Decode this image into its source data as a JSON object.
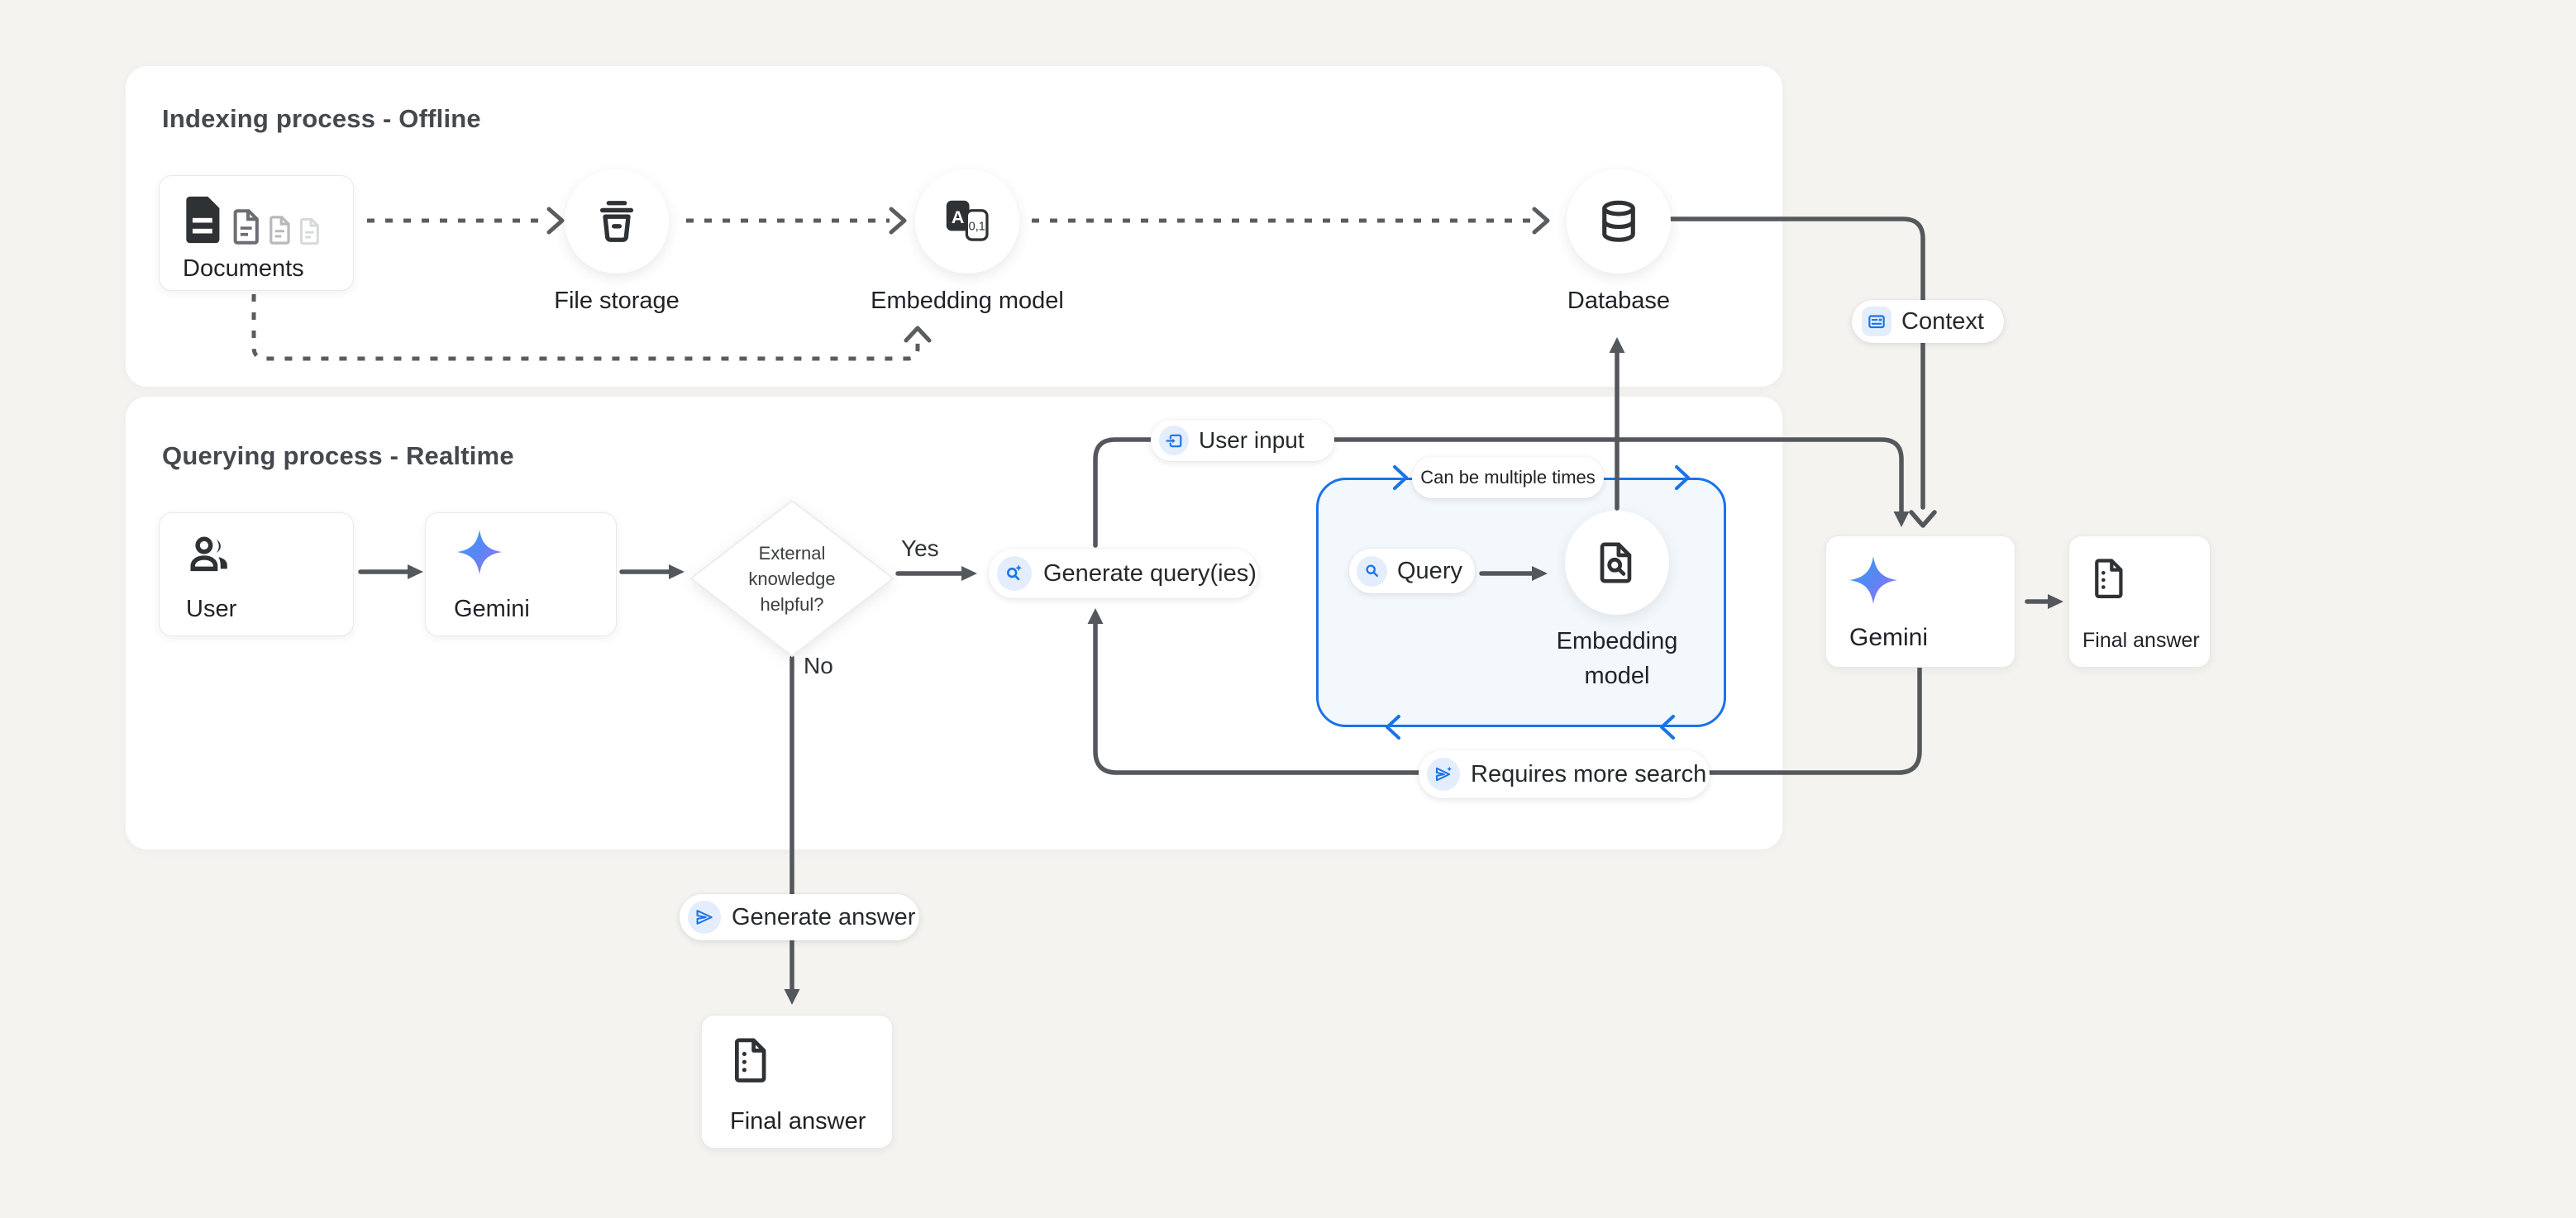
{
  "colors": {
    "background": "#f4f3f0",
    "panel": "#ffffff",
    "connector_gray": "#54575b",
    "accent_blue": "#1a73e8",
    "icon_chip_blue": "#e4edfb",
    "loop_box_fill": "#f3f8fd",
    "gemini_gradient": [
      "#39a1f4",
      "#5a85f4",
      "#9b74ee"
    ]
  },
  "panels": {
    "indexing": {
      "title": "Indexing process - Offline"
    },
    "querying": {
      "title": "Querying process - Realtime"
    }
  },
  "nodes": {
    "documents": {
      "label": "Documents",
      "icon": "documents-stack-icon"
    },
    "file_storage": {
      "label": "File storage",
      "icon": "storage-bucket-icon"
    },
    "embedding_offline": {
      "label": "Embedding model",
      "icon": "translate-a01-icon"
    },
    "database": {
      "label": "Database",
      "icon": "database-cylinder-icon"
    },
    "user": {
      "label": "User",
      "icon": "user-group-icon"
    },
    "gemini_query": {
      "label": "Gemini",
      "icon": "gemini-star-icon"
    },
    "decision": {
      "line1": "External",
      "line2": "knowledge",
      "line3": "helpful?"
    },
    "generate_queries": {
      "label": "Generate query(ies)",
      "icon": "search-spark-icon"
    },
    "query": {
      "label": "Query",
      "icon": "search-icon"
    },
    "embedding_realtime": {
      "line1": "Embedding",
      "line2": "model",
      "icon": "document-search-icon"
    },
    "gemini_answer": {
      "label": "Gemini",
      "icon": "gemini-star-icon"
    },
    "final_answer_right": {
      "label": "Final answer",
      "icon": "document-icon"
    },
    "final_answer_bottom": {
      "label": "Final answer",
      "icon": "document-icon"
    }
  },
  "pills": {
    "context": {
      "label": "Context",
      "icon": "context-card-icon"
    },
    "user_input": {
      "label": "User input",
      "icon": "input-arrow-icon"
    },
    "can_be_multiple_times": {
      "label": "Can be multiple times"
    },
    "requires_more_search": {
      "label": "Requires more search",
      "icon": "send-spark-icon"
    },
    "generate_answer": {
      "label": "Generate answer",
      "icon": "send-icon"
    }
  },
  "edge_labels": {
    "yes": "Yes",
    "no": "No"
  }
}
